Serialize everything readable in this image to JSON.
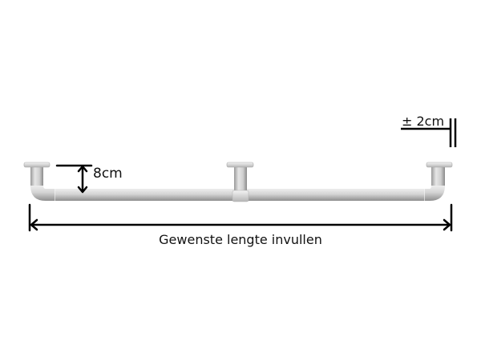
{
  "labels": {
    "offset": "± 2cm",
    "depth": "8cm",
    "length": "Gewenste lengte invullen"
  },
  "colors": {
    "pipe_light": "#eeeeee",
    "pipe_mid": "#c9c9c9",
    "pipe_dark": "#8e8e8e",
    "ink": "#000000"
  },
  "parts": [
    "left-wall-flange",
    "middle-support-flange",
    "right-wall-flange",
    "horizontal-rail",
    "left-elbow",
    "right-elbow"
  ]
}
